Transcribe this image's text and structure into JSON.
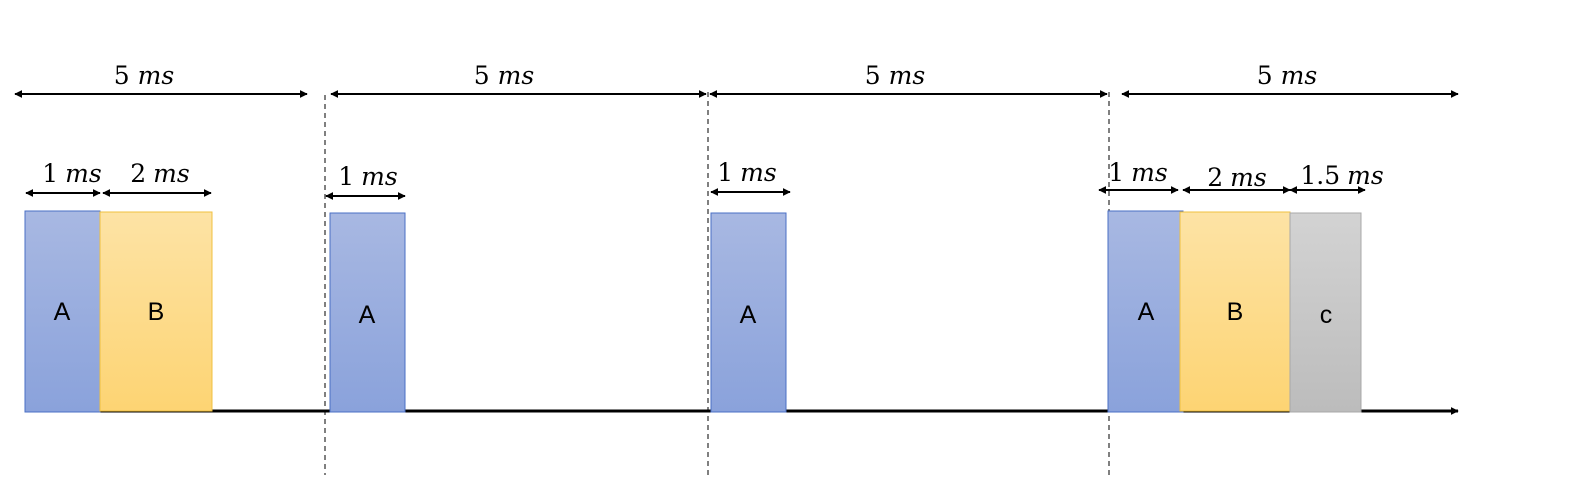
{
  "period_arrows": [
    {
      "num": "5",
      "unit": "ms"
    },
    {
      "num": "5",
      "unit": "ms"
    },
    {
      "num": "5",
      "unit": "ms"
    },
    {
      "num": "5",
      "unit": "ms"
    }
  ],
  "duration_arrows": [
    {
      "num": "1",
      "unit": "ms"
    },
    {
      "num": "2",
      "unit": "ms"
    },
    {
      "num": "1",
      "unit": "ms"
    },
    {
      "num": "1",
      "unit": "ms"
    },
    {
      "num": "1",
      "unit": "ms"
    },
    {
      "num": "2",
      "unit": "ms"
    },
    {
      "num": "1.5",
      "unit": "ms"
    }
  ],
  "tasks": [
    {
      "label": "A",
      "kind": "A"
    },
    {
      "label": "B",
      "kind": "B"
    },
    {
      "label": "A",
      "kind": "A"
    },
    {
      "label": "A",
      "kind": "A"
    },
    {
      "label": "A",
      "kind": "A"
    },
    {
      "label": "B",
      "kind": "B"
    },
    {
      "label": "c",
      "kind": "C"
    }
  ],
  "colors": {
    "task_a_top": "#a8b8e2",
    "task_a_bottom": "#8aa2db",
    "task_a_border": "#4a6fc4",
    "task_b_top": "#fde3a5",
    "task_b_bottom": "#fdd473",
    "task_b_border": "#f0c040",
    "task_c_top": "#d3d3d3",
    "task_c_bottom": "#bcbcbc",
    "task_c_border": "#a8a8a8",
    "line": "#000000"
  }
}
